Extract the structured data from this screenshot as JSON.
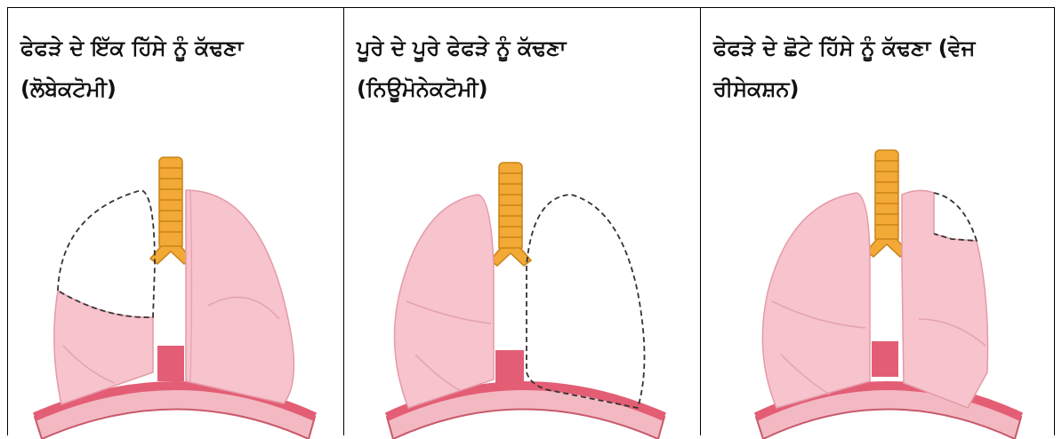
{
  "procedures": [
    {
      "id": "lobectomy",
      "title": "ਫੇਫੜੇ ਦੇ ਇੱਕ ਹਿੱਸੇ ਨੂੰ ਕੱਢਣਾ (ਲੋਬੇਕਟੋਮੀ)",
      "removed": "right-lower-lobe-remaining-upper-outlined"
    },
    {
      "id": "pneumonectomy",
      "title": "ਪੂਰੇ ਦੇ ਪੂਰੇ ਫੇਫੜੇ ਨੂੰ ਕੱਢਣਾ (ਨਿਊਮੋਨੇਕਟੋਮੀ)",
      "removed": "entire-left-lung-outlined"
    },
    {
      "id": "wedge-resection",
      "title": "ਫੇਫੜੇ ਦੇ ਛੋਟੇ ਹਿੱਸੇ ਨੂੰ ਕੱਢਣਾ (ਵੇਜ ਰੀਸੇਕਸ਼ਨ)",
      "removed": "small-wedge-left-upper-outlined"
    }
  ],
  "colors": {
    "lung_fill": "#f7c3cc",
    "lung_stroke": "#e49aa8",
    "fissure": "#e3a2b0",
    "trachea": "#f2a935",
    "trachea_dark": "#c98217",
    "diaphragm_top": "#e35e75",
    "diaphragm_mid": "#f3b9c3",
    "dashed_outline": "#333333"
  }
}
